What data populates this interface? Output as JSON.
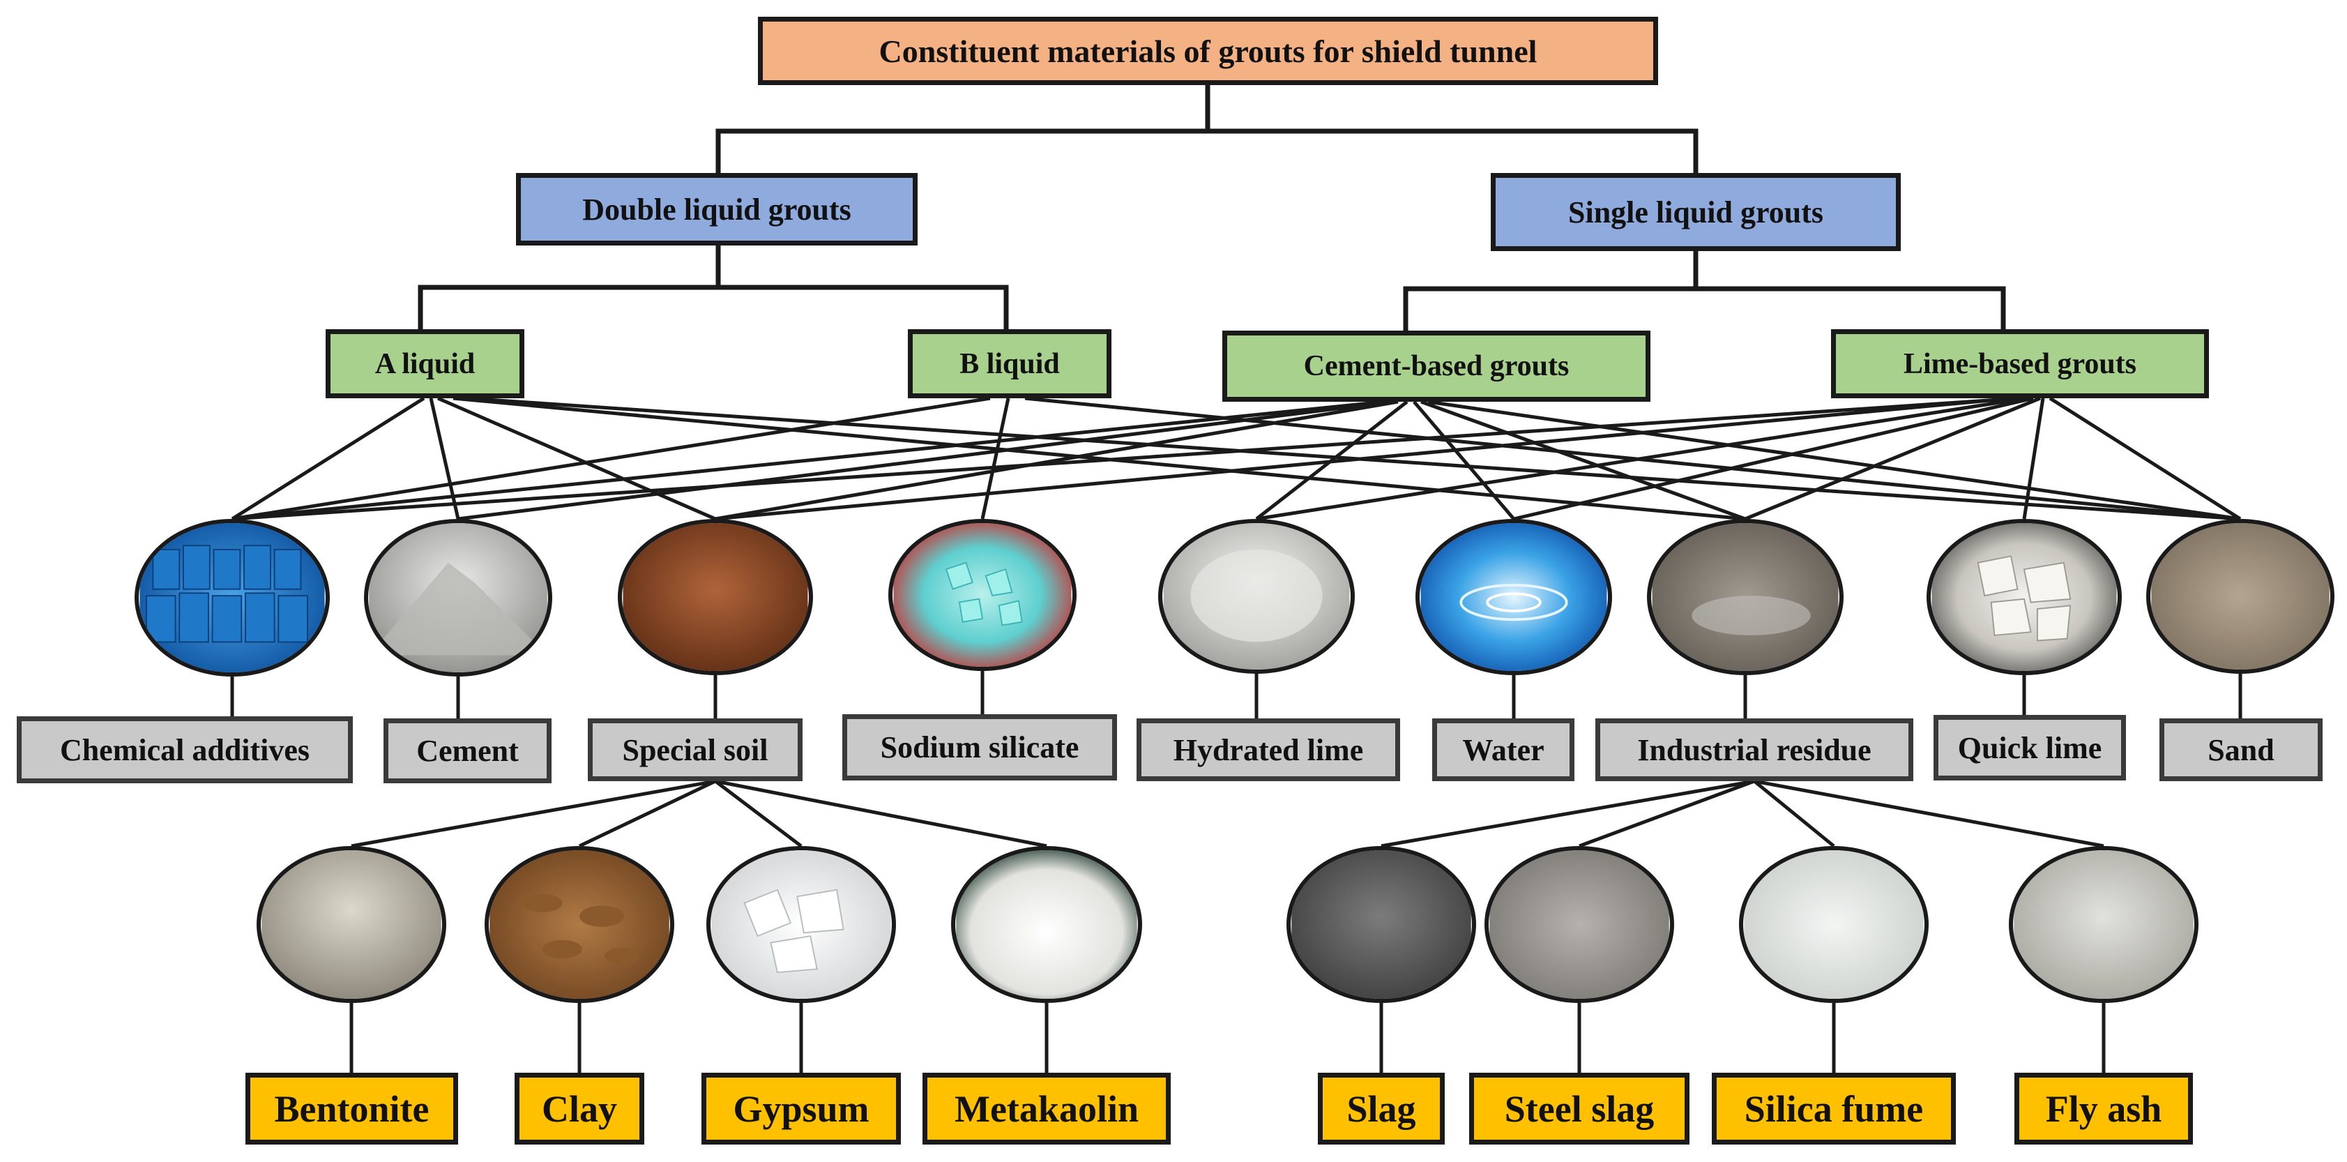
{
  "root": "Constituent materials of grouts for shield tunnel",
  "types": {
    "double": "Double liquid grouts",
    "single": "Single liquid grouts"
  },
  "subtypes": {
    "a_liquid": "A liquid",
    "b_liquid": "B liquid",
    "cement_based": "Cement-based grouts",
    "lime_based": "Lime-based grouts"
  },
  "materials": {
    "chemical_additives": "Chemical additives",
    "cement": "Cement",
    "special_soil": "Special soil",
    "sodium_silicate": "Sodium silicate",
    "hydrated_lime": "Hydrated lime",
    "water": "Water",
    "industrial_residue": "Industrial residue",
    "quick_lime": "Quick lime",
    "sand": "Sand"
  },
  "special_soil_items": {
    "bentonite": "Bentonite",
    "clay": "Clay",
    "gypsum": "Gypsum",
    "metakaolin": "Metakaolin"
  },
  "industrial_residue_items": {
    "slag": "Slag",
    "steel_slag": "Steel slag",
    "silica_fume": "Silica fume",
    "fly_ash": "Fly ash"
  }
}
